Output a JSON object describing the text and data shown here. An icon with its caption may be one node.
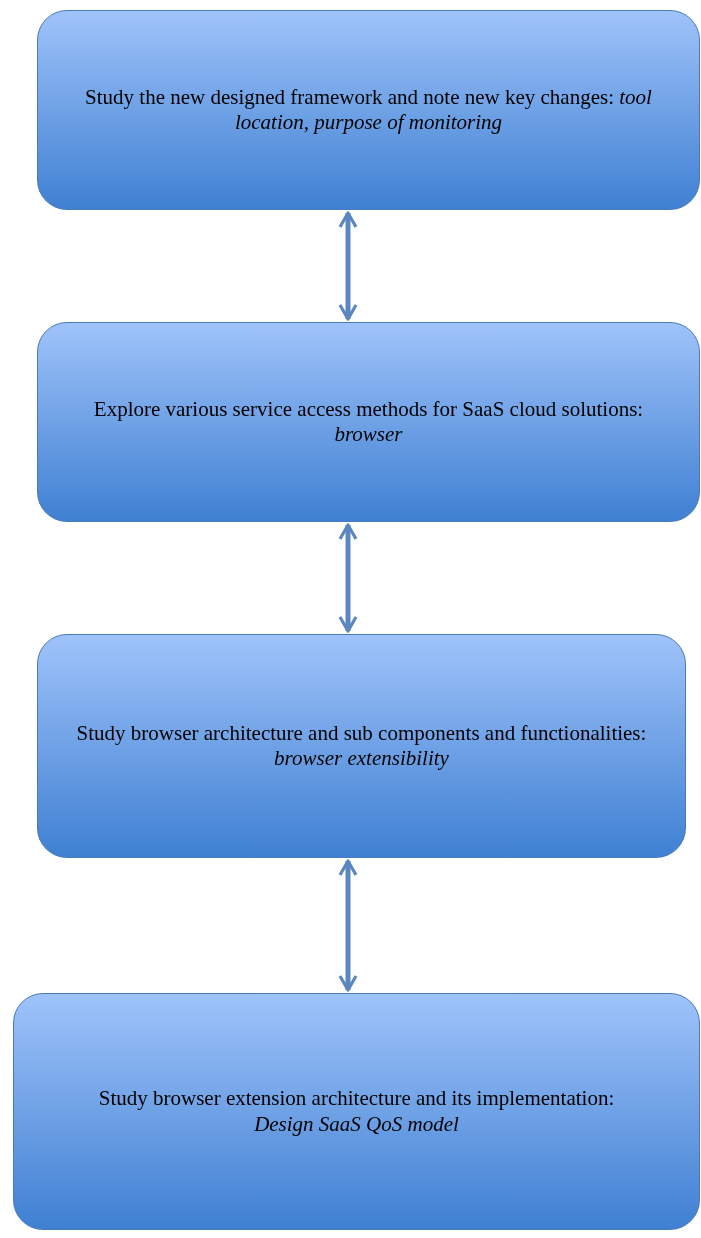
{
  "diagram": {
    "nodes": [
      {
        "text": [
          "Study the new designed framework and note new key changes: *tool location, purpose of monitoring*"
        ]
      },
      {
        "text": [
          "Explore various service access methods for SaaS cloud solutions: *browser*"
        ]
      },
      {
        "text": [
          "Study browser architecture and sub components and functionalities: *browser extensibility*"
        ]
      },
      {
        "text": [
          "Study browser extension architecture and its implementation:",
          "*Design SaaS QoS model*"
        ]
      }
    ],
    "edges": [
      {
        "from": 0,
        "to": 1,
        "arrow": "both"
      },
      {
        "from": 1,
        "to": 2,
        "arrow": "both"
      },
      {
        "from": 2,
        "to": 3,
        "arrow": "both"
      }
    ]
  }
}
